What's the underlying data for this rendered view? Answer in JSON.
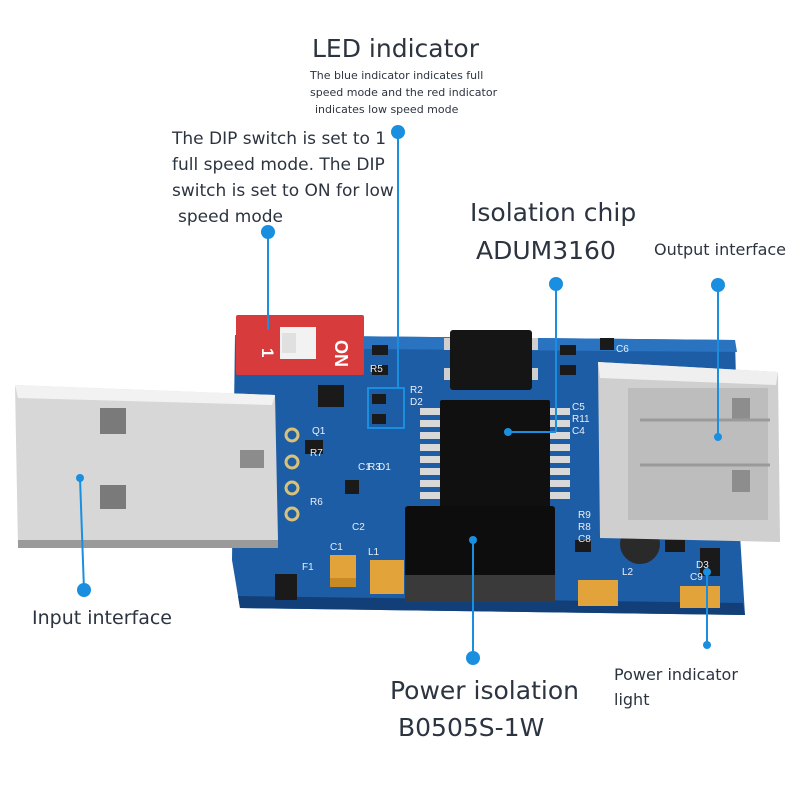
{
  "annotations": {
    "led": {
      "title": "LED indicator",
      "lines": [
        "The blue indicator indicates full",
        "speed mode and the red indicator",
        "indicates low speed mode"
      ]
    },
    "dip": {
      "lines": [
        "The DIP switch is set to 1",
        "full speed mode. The DIP",
        "switch is set to ON for low",
        "speed mode"
      ]
    },
    "chip": {
      "title": "Isolation chip",
      "model": "ADUM3160"
    },
    "output": {
      "label": "Output interface"
    },
    "input": {
      "label": "Input interface"
    },
    "power_isolation": {
      "title": "Power isolation",
      "model": "B0505S-1W"
    },
    "power_indicator": {
      "lines": [
        "Power indicator",
        "light"
      ]
    }
  },
  "board_text": {
    "dip_left": "1",
    "dip_right": "ON",
    "silk": [
      "R5",
      "R2",
      "D2",
      "Q1",
      "R7",
      "C1",
      "R3",
      "D1",
      "R6",
      "C2",
      "C1",
      "L1",
      "F1",
      "C5",
      "R11",
      "C4",
      "R9",
      "R8",
      "C8",
      "L2",
      "D3",
      "C9",
      "C6"
    ]
  },
  "colors": {
    "pointer": "#1a8fe0",
    "pcb": "#1c5fa8",
    "dip": "#d63a3a"
  }
}
